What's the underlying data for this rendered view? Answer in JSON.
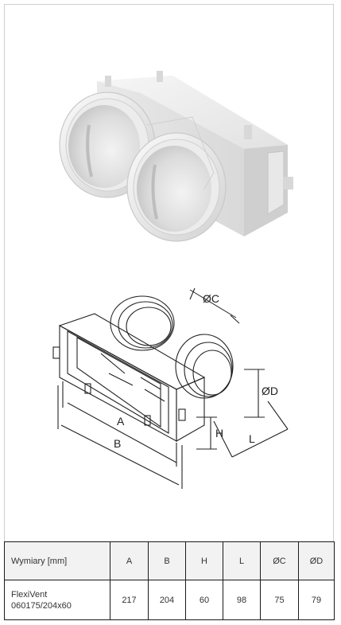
{
  "drawing": {
    "labels": {
      "a": "A",
      "b": "B",
      "h": "H",
      "l": "L",
      "c": "ØC",
      "d": "ØD"
    }
  },
  "table": {
    "header": [
      "Wymiary [mm]",
      "A",
      "B",
      "H",
      "L",
      "ØC",
      "ØD"
    ],
    "row": {
      "name_line1": "FlexiVent",
      "name_line2": "060175/204x60",
      "values": [
        "217",
        "204",
        "60",
        "98",
        "75",
        "79"
      ]
    }
  }
}
